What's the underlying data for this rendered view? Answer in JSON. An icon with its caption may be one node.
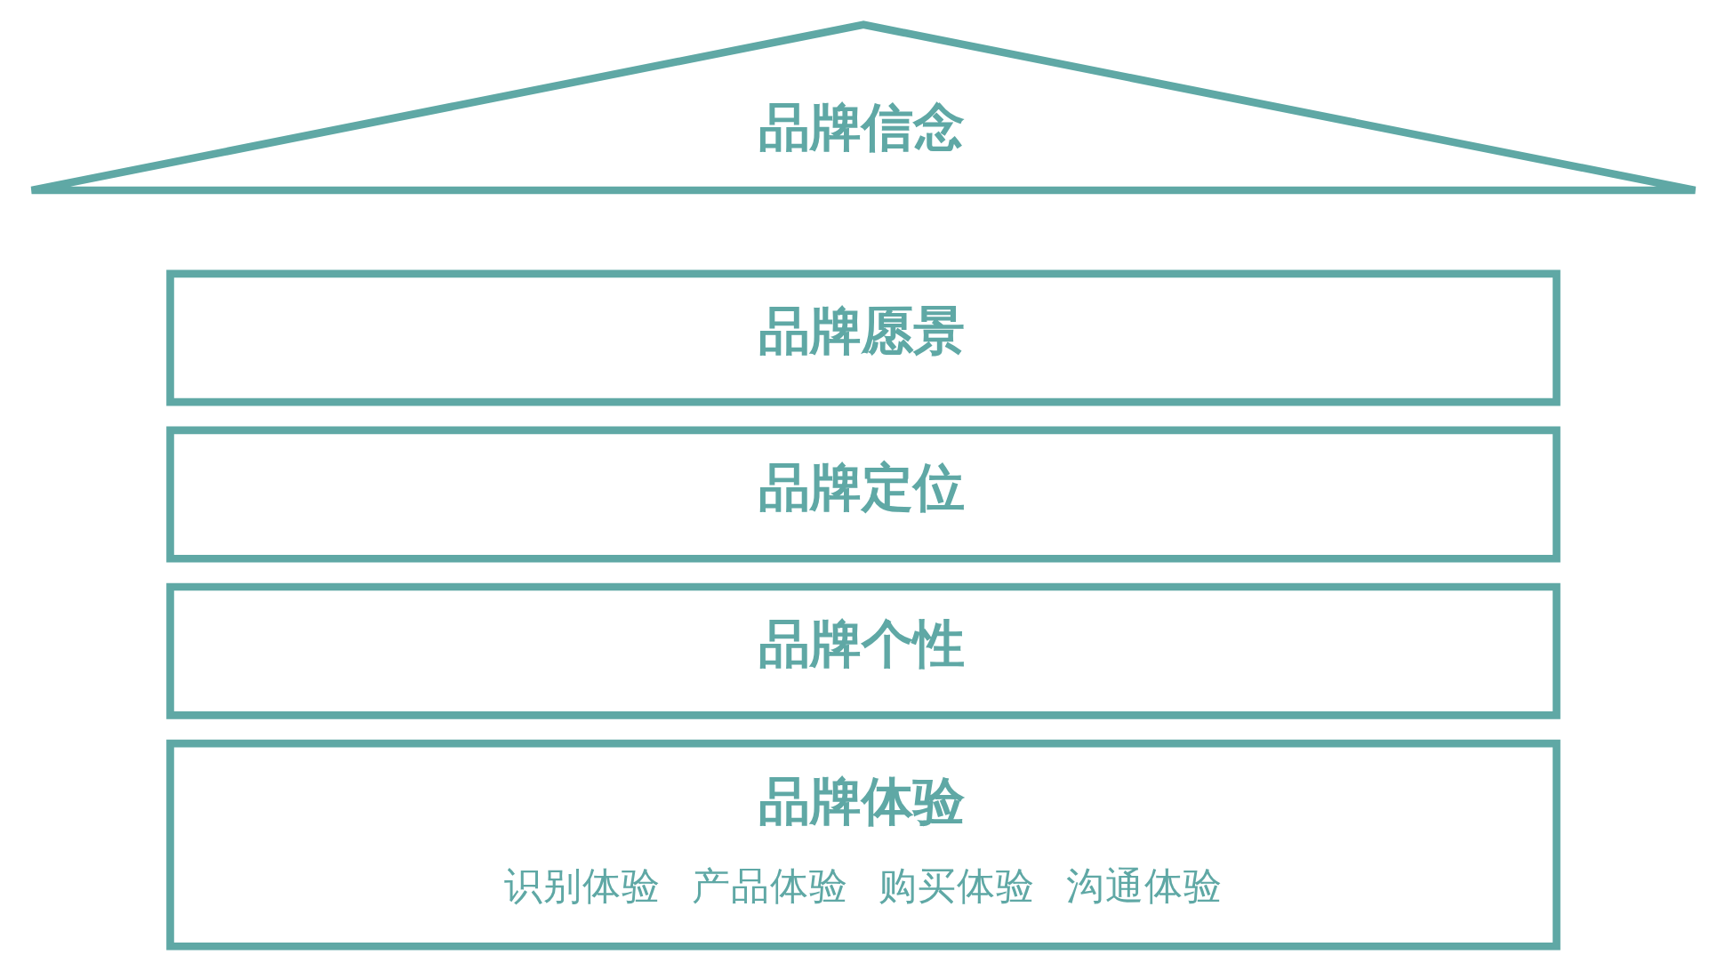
{
  "diagram": {
    "nodes": [
      {
        "text": [
          "品牌信念"
        ]
      },
      {
        "text": [
          "品牌愿景"
        ]
      },
      {
        "text": [
          "品牌定位"
        ]
      },
      {
        "text": [
          "品牌个性"
        ]
      },
      {
        "text": [
          "品牌体验",
          "识别体验",
          "产品体验",
          "购买体验",
          "沟通体验"
        ]
      }
    ],
    "edges": []
  }
}
